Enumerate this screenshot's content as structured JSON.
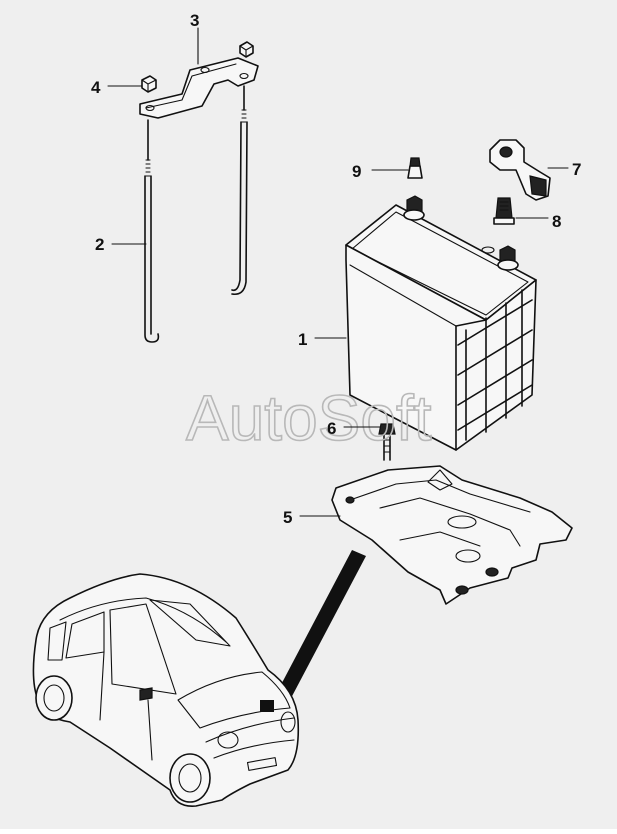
{
  "watermark": "AutoSoft",
  "callouts": [
    "1",
    "2",
    "3",
    "4",
    "5",
    "6",
    "7",
    "8",
    "9"
  ]
}
